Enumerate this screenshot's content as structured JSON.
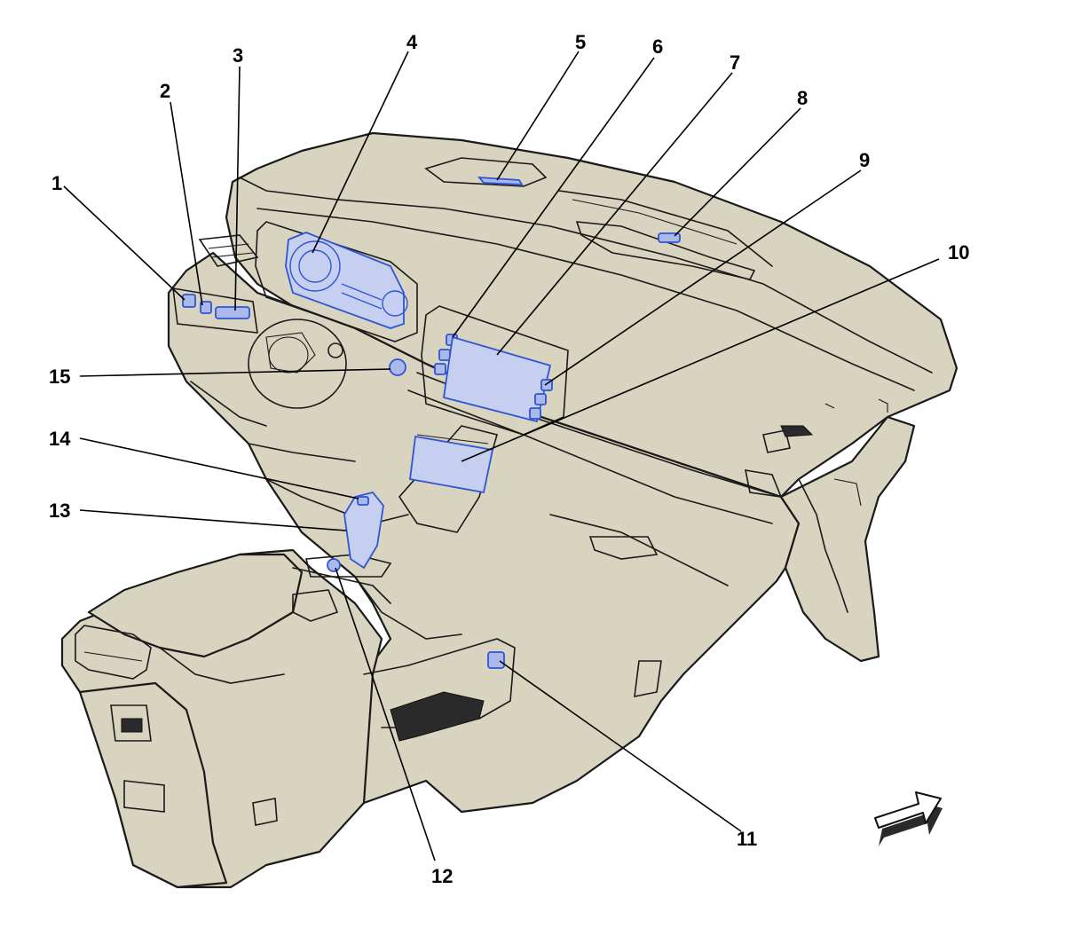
{
  "callouts": [
    {
      "id": 1,
      "label": "1"
    },
    {
      "id": 2,
      "label": "2"
    },
    {
      "id": 3,
      "label": "3"
    },
    {
      "id": 4,
      "label": "4"
    },
    {
      "id": 5,
      "label": "5"
    },
    {
      "id": 6,
      "label": "6"
    },
    {
      "id": 7,
      "label": "7"
    },
    {
      "id": 8,
      "label": "8"
    },
    {
      "id": 9,
      "label": "9"
    },
    {
      "id": 10,
      "label": "10"
    },
    {
      "id": 11,
      "label": "11"
    },
    {
      "id": 12,
      "label": "12"
    },
    {
      "id": 13,
      "label": "13"
    },
    {
      "id": 14,
      "label": "14"
    },
    {
      "id": 15,
      "label": "15"
    }
  ],
  "colors": {
    "body": "#d8d4c0",
    "outline": "#1a1a1a",
    "highlight_fill": "#aab8ea",
    "highlight_stroke": "#2f55d4"
  },
  "icons": {
    "orientation_arrow": "forward-arrow-icon"
  }
}
